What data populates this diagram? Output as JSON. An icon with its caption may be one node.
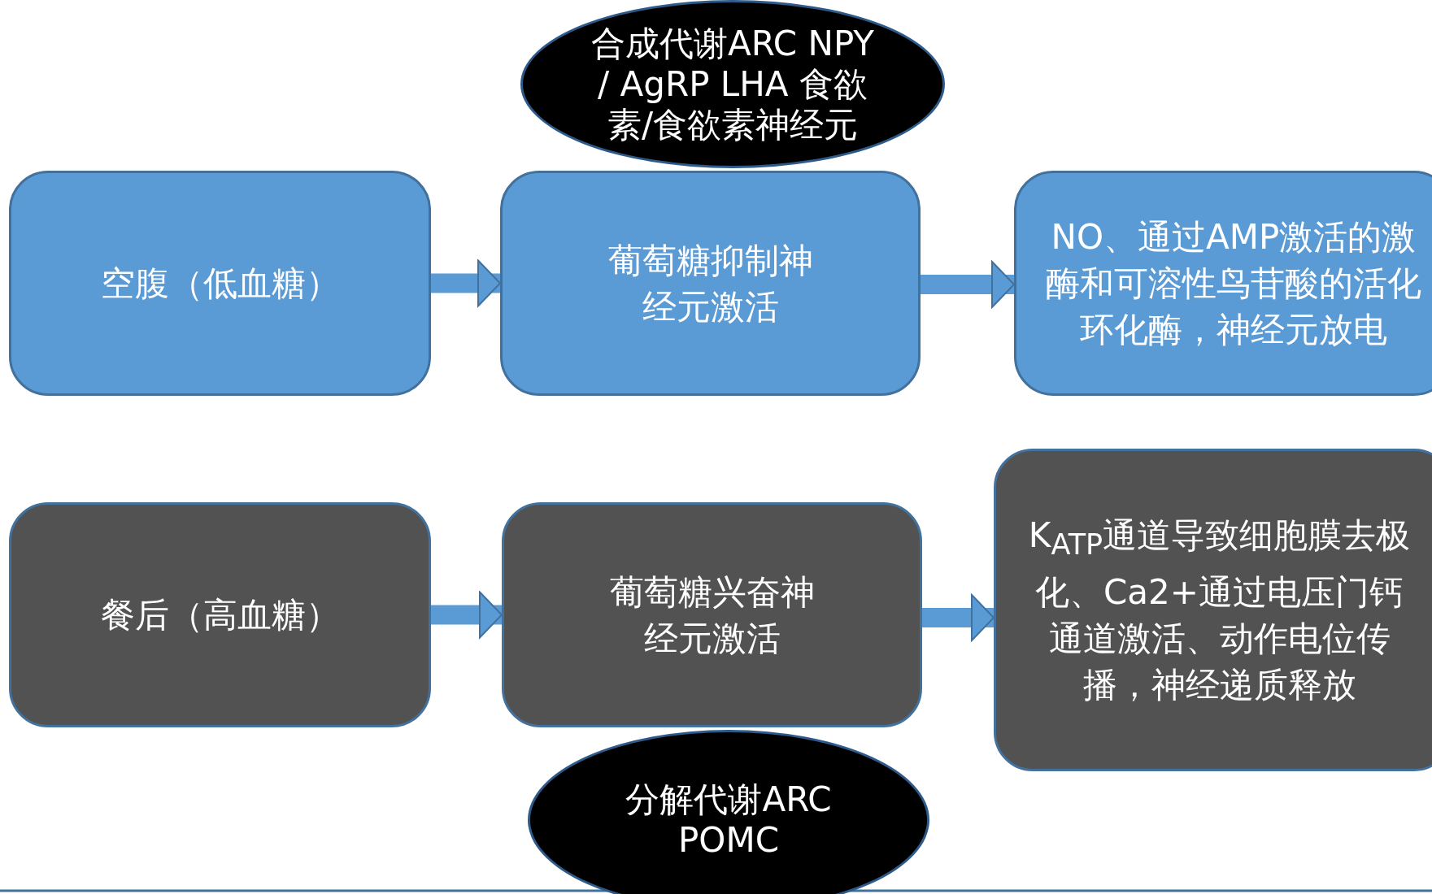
{
  "diagram": {
    "nodes": [
      {
        "text": [
          "合成代谢ARC NPY / AgRP LHA 食欲素/食欲素神经元"
        ]
      },
      {
        "text": [
          "空腹（低血糖）"
        ]
      },
      {
        "text": [
          "葡萄糖抑制神经元激活"
        ]
      },
      {
        "text": [
          "NO、通过AMP激活的激酶和可溶性鸟苷酸的活化环化酶，神经元放电"
        ]
      },
      {
        "text": [
          "餐后（高血糖）"
        ]
      },
      {
        "text": [
          "葡萄糖兴奋神经元激活"
        ]
      },
      {
        "text": [
          "K$_{ATP}$通道导致细胞膜去极化、Ca2+通过电压门钙通道激活、动作电位传播，神经递质释放"
        ]
      },
      {
        "text": [
          "分解代谢ARC POMC"
        ]
      }
    ],
    "edges": [
      {
        "from": 1,
        "to": 2,
        "arrow": "to"
      },
      {
        "from": 2,
        "to": 3,
        "arrow": "to"
      },
      {
        "from": 4,
        "to": 5,
        "arrow": "to"
      },
      {
        "from": 5,
        "to": 6,
        "arrow": "to"
      }
    ]
  }
}
